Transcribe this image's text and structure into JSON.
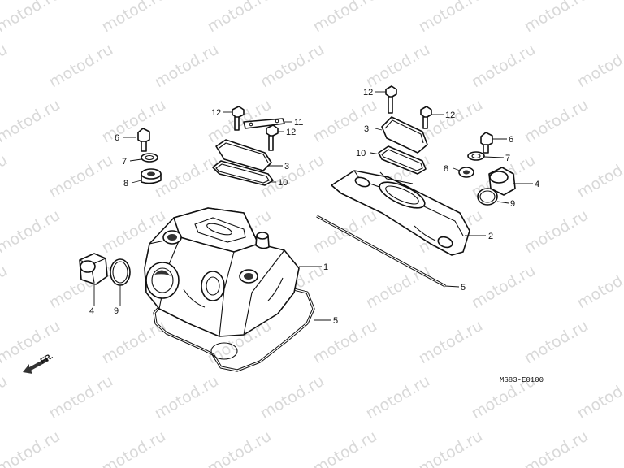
{
  "watermark": {
    "text": "motod.ru"
  },
  "front_arrow": {
    "label": "FR."
  },
  "diagram_code": "MS83-E0100",
  "callouts": [
    {
      "id": "c1",
      "num": "1"
    },
    {
      "id": "c2",
      "num": "2"
    },
    {
      "id": "c3a",
      "num": "3"
    },
    {
      "id": "c3b",
      "num": "3"
    },
    {
      "id": "c4a",
      "num": "4"
    },
    {
      "id": "c4b",
      "num": "4"
    },
    {
      "id": "c5a",
      "num": "5"
    },
    {
      "id": "c5b",
      "num": "5"
    },
    {
      "id": "c6a",
      "num": "6"
    },
    {
      "id": "c6b",
      "num": "6"
    },
    {
      "id": "c7a",
      "num": "7"
    },
    {
      "id": "c7b",
      "num": "7"
    },
    {
      "id": "c8a",
      "num": "8"
    },
    {
      "id": "c8b",
      "num": "8"
    },
    {
      "id": "c9a",
      "num": "9"
    },
    {
      "id": "c9b",
      "num": "9"
    },
    {
      "id": "c10a",
      "num": "10"
    },
    {
      "id": "c10b",
      "num": "10"
    },
    {
      "id": "c11",
      "num": "11"
    },
    {
      "id": "c12a",
      "num": "12"
    },
    {
      "id": "c12b",
      "num": "12"
    },
    {
      "id": "c12c",
      "num": "12"
    },
    {
      "id": "c12d",
      "num": "12"
    }
  ]
}
